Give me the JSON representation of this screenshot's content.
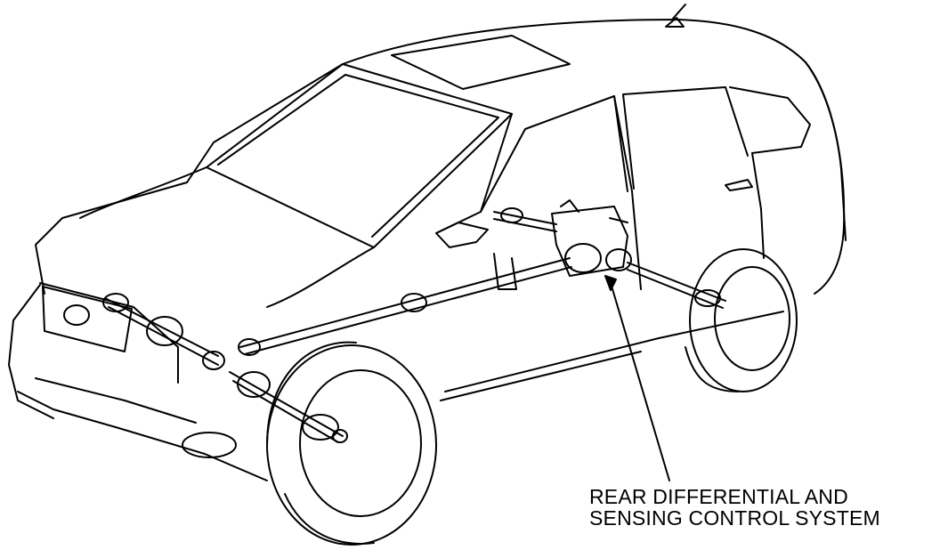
{
  "diagram": {
    "subject": "vehicle drivetrain illustration",
    "callout": {
      "line1": "REAR DIFFERENTIAL AND",
      "line2": "SENSING CONTROL SYSTEM"
    },
    "stroke_color": "#000000",
    "background_color": "#ffffff"
  }
}
